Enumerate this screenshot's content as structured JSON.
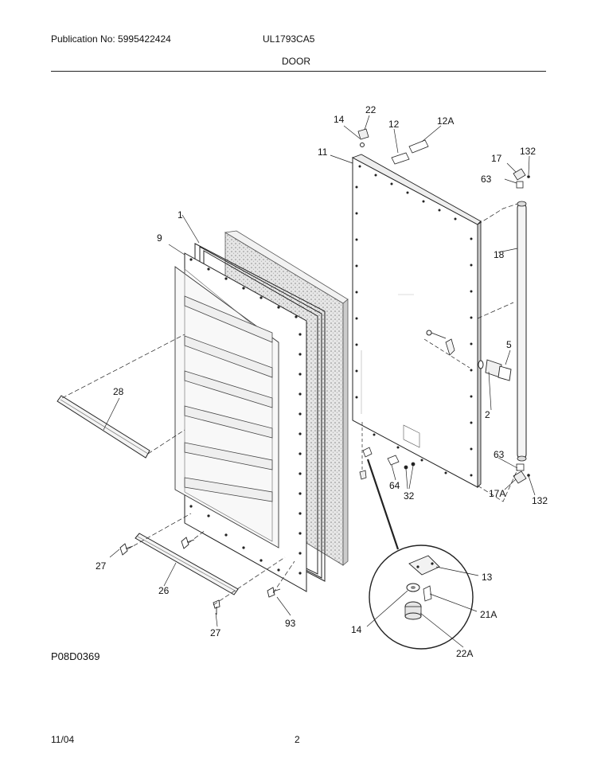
{
  "header": {
    "publication": "Publication No: 5995422424",
    "model": "UL1793CA5",
    "section": "DOOR"
  },
  "callouts": [
    "1",
    "9",
    "28",
    "27",
    "26",
    "27",
    "93",
    "14",
    "22",
    "12",
    "12A",
    "11",
    "17",
    "132",
    "63",
    "18",
    "5",
    "2",
    "63",
    "17A",
    "132",
    "64",
    "32",
    "13",
    "21A",
    "14",
    "22A"
  ],
  "diagram_code": "P08D0369",
  "footer": {
    "date": "11/04",
    "page": "2"
  }
}
